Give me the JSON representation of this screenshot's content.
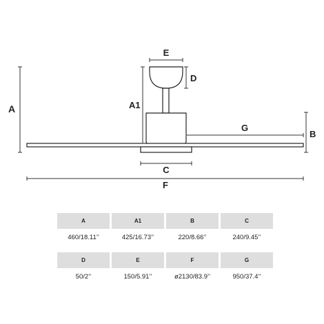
{
  "labels": {
    "A": "A",
    "A1": "A1",
    "B": "B",
    "C": "C",
    "D": "D",
    "E": "E",
    "F": "F",
    "G": "G"
  },
  "table": {
    "rows": [
      {
        "headers": [
          "A",
          "A1",
          "B",
          "C"
        ],
        "values": [
          "460/18.11’’",
          "425/16.73’’",
          "220/8.66’’",
          "240/9.45’’"
        ]
      },
      {
        "headers": [
          "D",
          "E",
          "F",
          "G"
        ],
        "values": [
          "50/2’’",
          "150/5.91’’",
          "ø2130/83.9’’",
          "950/37.4’’"
        ]
      }
    ]
  }
}
